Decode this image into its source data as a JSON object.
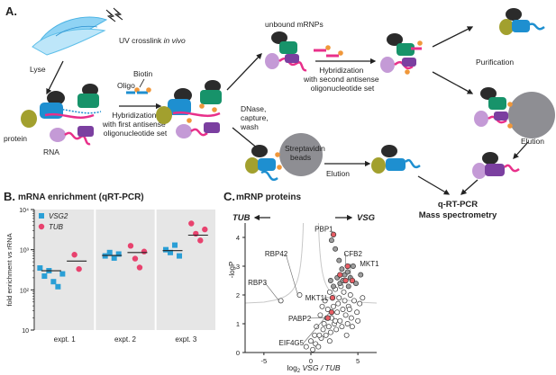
{
  "panelA": {
    "letter": "A.",
    "uv_label": "UV crosslink",
    "uv_label_italic": "in vivo",
    "lyse": "Lyse",
    "oligo": "Oligo",
    "biotin": "Biotin",
    "protein": "protein",
    "rna": "RNA",
    "hyb1_line1": "Hybridization",
    "hyb1_line2": "with first antisense",
    "hyb1_line3": "oligonucleotide set",
    "unbound": "unbound mRNPs",
    "hyb2_line1": "Hybridization",
    "hyb2_line2": "with second antisense",
    "hyb2_line3": "oligonucleotide set",
    "dnase_line1": "DNase,",
    "dnase_line2": "capture,",
    "dnase_line3": "wash",
    "strep_line1": "Streptavidin",
    "strep_line2": "beads",
    "elution1": "Elution",
    "purification": "Purification",
    "elution2": "Elution",
    "qrtpcr": "q-RT-PCR",
    "massspec": "Mass spectrometry"
  },
  "panelB": {
    "letter": "B.",
    "title": "mRNA enrichment (qRT-PCR)",
    "ylabel": "fold enrichment vs rRNA",
    "legend": [
      {
        "name": "VSG2",
        "color": "#2a9fd6",
        "shape": "square"
      },
      {
        "name": "TUB",
        "color": "#e8426e",
        "shape": "circle"
      }
    ]
  },
  "panelC": {
    "letter": "C.",
    "title": "mRNP proteins",
    "tub_label": "TUB",
    "vsg_label": "VSG",
    "ylabel": "-logP",
    "xlabel_pre": "log",
    "xlabel_sub": "2",
    "xlabel_post": " VSG / TUB"
  },
  "chart_data": [
    {
      "type": "scatter",
      "title": "mRNA enrichment (qRT-PCR)",
      "ylabel": "fold enrichment vs rRNA",
      "yscale": "log",
      "ylim": [
        10,
        10000
      ],
      "yticks": [
        "10",
        "10²",
        "10³",
        "10⁴"
      ],
      "categories": [
        "expt. 1",
        "expt. 2",
        "expt. 3"
      ],
      "series": [
        {
          "name": "VSG2",
          "color": "#2a9fd6",
          "values": [
            [
              350,
              220,
              300,
              160,
              120,
              250
            ],
            [
              700,
              850,
              620,
              780
            ],
            [
              1000,
              850,
              1300,
              700
            ]
          ],
          "means": [
            300,
            720,
            950
          ]
        },
        {
          "name": "TUB",
          "color": "#e8426e",
          "values": [
            [
              750,
              330
            ],
            [
              1250,
              600,
              360,
              900
            ],
            [
              4500,
              2500,
              1700,
              3200
            ]
          ],
          "means": [
            520,
            850,
            2300
          ]
        }
      ],
      "grid": false
    },
    {
      "type": "scatter",
      "title": "mRNP proteins",
      "xlabel": "log2 VSG / TUB",
      "ylabel": "-logP",
      "xlim": [
        -7,
        7
      ],
      "ylim": [
        0,
        4.5
      ],
      "xticks": [
        -5,
        0,
        5
      ],
      "yticks": [
        0,
        1,
        2,
        3,
        4
      ],
      "points_open": [
        [
          0.2,
          0.1
        ],
        [
          0.5,
          0.3
        ],
        [
          0.8,
          0.2
        ],
        [
          1.1,
          0.5
        ],
        [
          1.3,
          0.8
        ],
        [
          1.6,
          0.6
        ],
        [
          1.9,
          0.9
        ],
        [
          2.2,
          1.2
        ],
        [
          2.5,
          1.0
        ],
        [
          2.8,
          1.4
        ],
        [
          3.1,
          1.1
        ],
        [
          3.4,
          1.5
        ],
        [
          3.7,
          1.3
        ],
        [
          4.0,
          1.6
        ],
        [
          4.3,
          1.2
        ],
        [
          4.6,
          1.8
        ],
        [
          4.9,
          1.4
        ],
        [
          5.2,
          1.7
        ],
        [
          1.0,
          1.3
        ],
        [
          1.4,
          1.0
        ],
        [
          1.8,
          1.5
        ],
        [
          2.1,
          0.7
        ],
        [
          2.4,
          1.6
        ],
        [
          2.7,
          0.8
        ],
        [
          3.0,
          1.9
        ],
        [
          3.3,
          0.9
        ],
        [
          3.6,
          1.8
        ],
        [
          3.9,
          1.0
        ],
        [
          4.2,
          2.0
        ],
        [
          0.6,
          0.9
        ],
        [
          1.5,
          1.8
        ],
        [
          2.0,
          2.1
        ],
        [
          2.6,
          2.2
        ],
        [
          3.2,
          2.3
        ],
        [
          0.9,
          0.6
        ],
        [
          1.7,
          1.2
        ],
        [
          2.3,
          1.9
        ],
        [
          2.9,
          1.7
        ],
        [
          3.5,
          2.1
        ],
        [
          4.1,
          1.5
        ],
        [
          4.4,
          0.9
        ],
        [
          5.0,
          1.1
        ],
        [
          5.5,
          1.9
        ],
        [
          0.4,
          0.6
        ],
        [
          1.2,
          1.6
        ],
        [
          -0.5,
          0.2
        ],
        [
          0.0,
          0.4
        ],
        [
          2.0,
          0.4
        ],
        [
          2.6,
          1.1
        ],
        [
          3.8,
          0.6
        ],
        [
          -3.2,
          1.8
        ],
        [
          -1.2,
          2.0
        ]
      ],
      "points_sig": [
        [
          2.6,
          3.6
        ],
        [
          3.0,
          3.2
        ],
        [
          3.3,
          2.9
        ],
        [
          3.6,
          2.7
        ],
        [
          3.9,
          2.8
        ],
        [
          4.2,
          2.6
        ],
        [
          4.5,
          3.0
        ],
        [
          2.1,
          2.5
        ],
        [
          2.4,
          2.3
        ],
        [
          2.8,
          2.6
        ],
        [
          3.1,
          2.4
        ],
        [
          4.8,
          2.4
        ],
        [
          5.3,
          2.7
        ],
        [
          4.0,
          2.3
        ],
        [
          2.2,
          3.9
        ],
        [
          3.4,
          2.5
        ]
      ],
      "points_red": [
        [
          2.4,
          4.1
        ],
        [
          3.9,
          3.0
        ],
        [
          3.7,
          2.5
        ],
        [
          4.4,
          2.5
        ],
        [
          2.3,
          1.9
        ],
        [
          2.2,
          1.4
        ],
        [
          1.8,
          1.2
        ],
        [
          3.1,
          2.7
        ]
      ],
      "point_labels": [
        "PBP1",
        "CFB2",
        "MKT1",
        "RBP42",
        "RBP3",
        "MKT1L",
        "PABP2",
        "EIF4G5"
      ]
    }
  ],
  "colors": {
    "blue_protein": "#1e8fd0",
    "green_protein": "#17936a",
    "pink_rna": "#e8308a",
    "purple_protein": "#7b3fa0",
    "lavender_protein": "#c49ad6",
    "olive_protein": "#a2a02e",
    "orange_biotin": "#f0973a",
    "grey_bead": "#8e8e93",
    "panel_shade": "#e6e6e6",
    "sig_point": "#9e9e9e",
    "red_point": "#e85d64"
  }
}
